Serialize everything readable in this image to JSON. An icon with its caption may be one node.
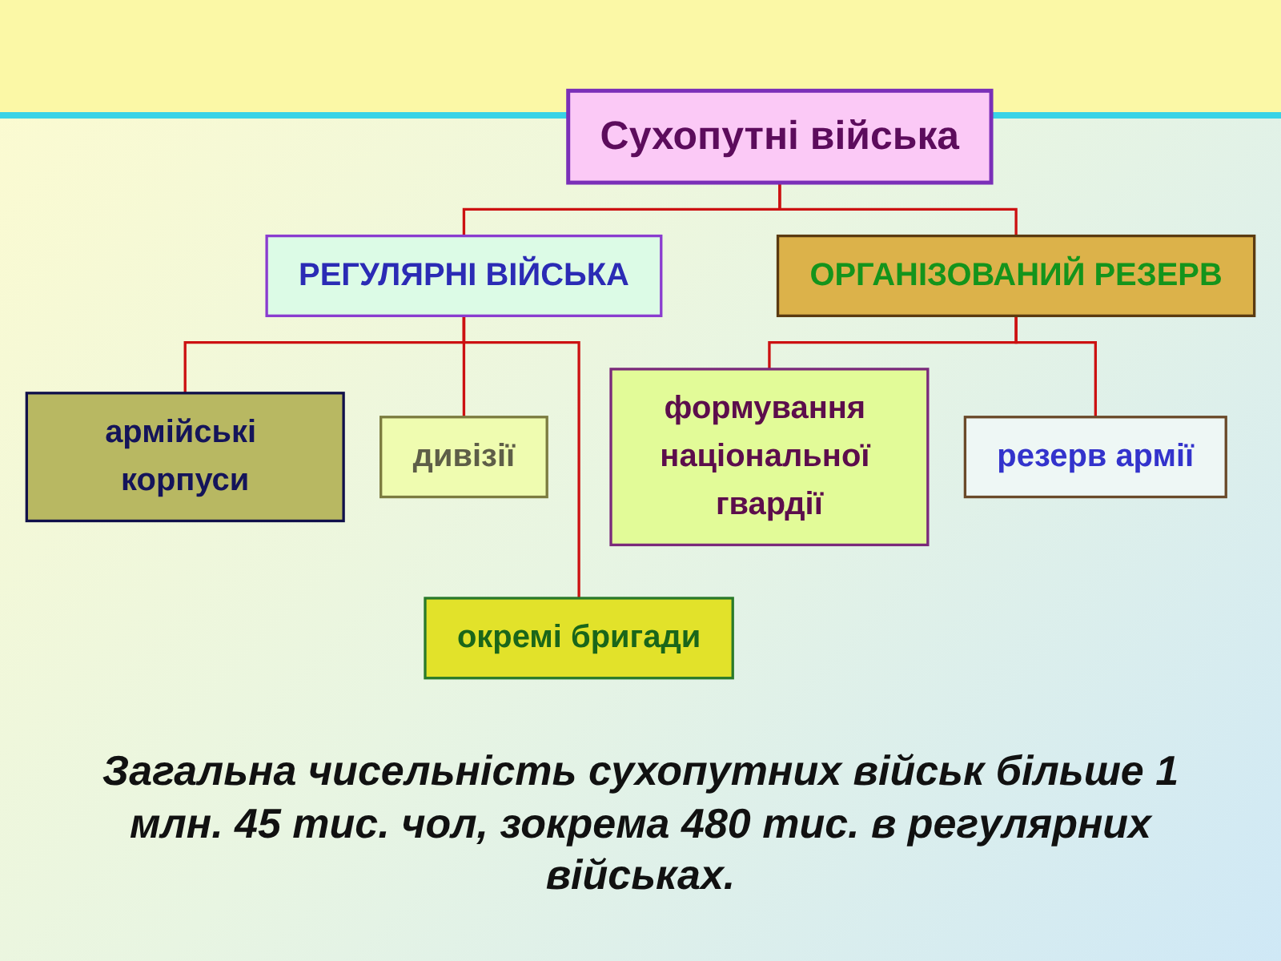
{
  "diagram": {
    "nodes": [
      {
        "text": [
          "Сухопутні війська"
        ]
      },
      {
        "text": [
          "РЕГУЛЯРНІ ВІЙСЬКА"
        ]
      },
      {
        "text": [
          "ОРГАНІЗОВАНИЙ РЕЗЕРВ"
        ]
      },
      {
        "text": [
          "армійські корпуси"
        ]
      },
      {
        "text": [
          "дивізії"
        ]
      },
      {
        "text": [
          "формування національної гвардії"
        ]
      },
      {
        "text": [
          "резерв армії"
        ]
      },
      {
        "text": [
          "окремі бригади"
        ]
      }
    ],
    "edges": [
      {
        "from": 0,
        "to": 1,
        "arrow": "none"
      },
      {
        "from": 0,
        "to": 2,
        "arrow": "none"
      },
      {
        "from": 1,
        "to": 3,
        "arrow": "none"
      },
      {
        "from": 1,
        "to": 4,
        "arrow": "none"
      },
      {
        "from": 1,
        "to": 7,
        "arrow": "none"
      },
      {
        "from": 2,
        "to": 5,
        "arrow": "none"
      },
      {
        "from": 2,
        "to": 6,
        "arrow": "none"
      }
    ],
    "labels": [
      "Загальна чисельність сухопутних військ більше 1 млн. 45 тис. чол, зокрема 480 тис. в регулярних військах."
    ]
  }
}
